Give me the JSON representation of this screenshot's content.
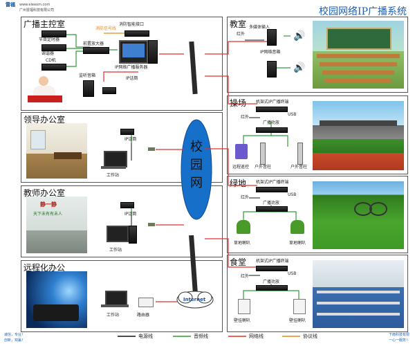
{
  "header": {
    "logo_brand": "雷福",
    "logo_url": "www.eleeom.com",
    "logo_company": "广州雷福科技有限公司",
    "title": "校园网络IP广播系统"
  },
  "panels": {
    "control": {
      "title": "广播主控室",
      "labels": {
        "timer": "节目定时器",
        "tuner": "调谐器",
        "cd": "CD机",
        "signal": "消防信号线",
        "fire": "消防智能接口",
        "amp": "前置放大器",
        "server": "IP网络广播服务器",
        "pager": "IP话筒",
        "monitor": "监听音箱"
      }
    },
    "classroom": {
      "title": "教室",
      "labels": {
        "ext_input": "多媒体输入",
        "ir": "红外",
        "speaker": "IP网络音箱"
      }
    },
    "playground": {
      "title": "操场",
      "labels": {
        "terminal": "机架式IP广播终端",
        "usb": "USB",
        "ir": "红外",
        "amp": "广播功放",
        "remote": "远程遥控",
        "col1": "户外音柱",
        "col2": "户外音柱"
      }
    },
    "leader": {
      "title": "领导办公室",
      "labels": {
        "pager": "IP话筒",
        "pc": "工作站"
      }
    },
    "green": {
      "title": "绿地",
      "labels": {
        "terminal": "机架式IP广播终端",
        "usb": "USB",
        "ir": "红外",
        "amp": "广播功放",
        "spk1": "草地喇叭",
        "spk2": "草地喇叭"
      }
    },
    "teacher": {
      "title": "教师办公室",
      "labels": {
        "pager": "IP话筒",
        "pc": "工作站"
      },
      "wall_text_1": "静一静",
      "wall_text_2": "天下未有有未人"
    },
    "canteen": {
      "title": "食堂",
      "labels": {
        "terminal": "机架式IP广播终端",
        "usb": "USB",
        "ir": "红外",
        "amp": "广播功放",
        "spk1": "壁挂喇叭",
        "spk2": "壁挂喇叭"
      }
    },
    "remote": {
      "title": "远程化办公",
      "labels": {
        "pc": "工作站",
        "router": "路由器"
      }
    }
  },
  "network": {
    "campus_label": "校园网",
    "internet_label": "Internet"
  },
  "legend": [
    {
      "label": "电源线",
      "color": "#111111"
    },
    {
      "label": "音频线",
      "color": "#2e9b3a"
    },
    {
      "label": "网络线",
      "color": "#e0302a"
    },
    {
      "label": "协议线",
      "color": "#e6891a"
    }
  ],
  "footer": {
    "left_1": "诚信，专业！",
    "left_2": "创新，双赢！",
    "right_1": "下雨科技有限",
    "right_2": "一心一服务！"
  },
  "colors": {
    "cloud": "#1670c9",
    "network": "#e0302a",
    "audio": "#2e9b3a",
    "power": "#111111",
    "protocol": "#e6891a"
  }
}
